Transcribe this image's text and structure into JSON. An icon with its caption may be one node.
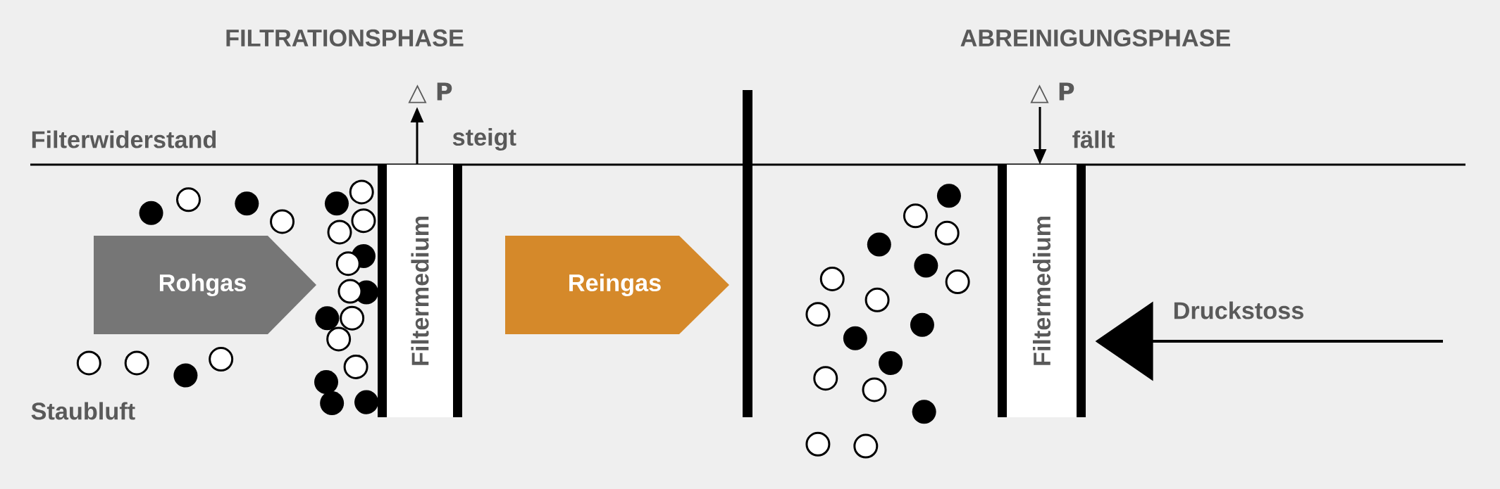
{
  "diagram": {
    "nodes": [
      {
        "text": [
          "Rohgas"
        ]
      },
      {
        "text": [
          "Filtermedium"
        ]
      },
      {
        "text": [
          "Reingas"
        ]
      },
      {
        "text": [
          "Filtermedium"
        ]
      }
    ],
    "edges": [
      {
        "from": null,
        "to": 3,
        "arrow": "to",
        "label": "Druckstoss"
      }
    ],
    "labels": [
      "FILTRATIONSPHASE",
      "ABREINIGUNGSPHASE",
      "△ P",
      "Filterwiderstand",
      "steigt",
      "△ P",
      "fällt",
      "Staubluft"
    ]
  }
}
